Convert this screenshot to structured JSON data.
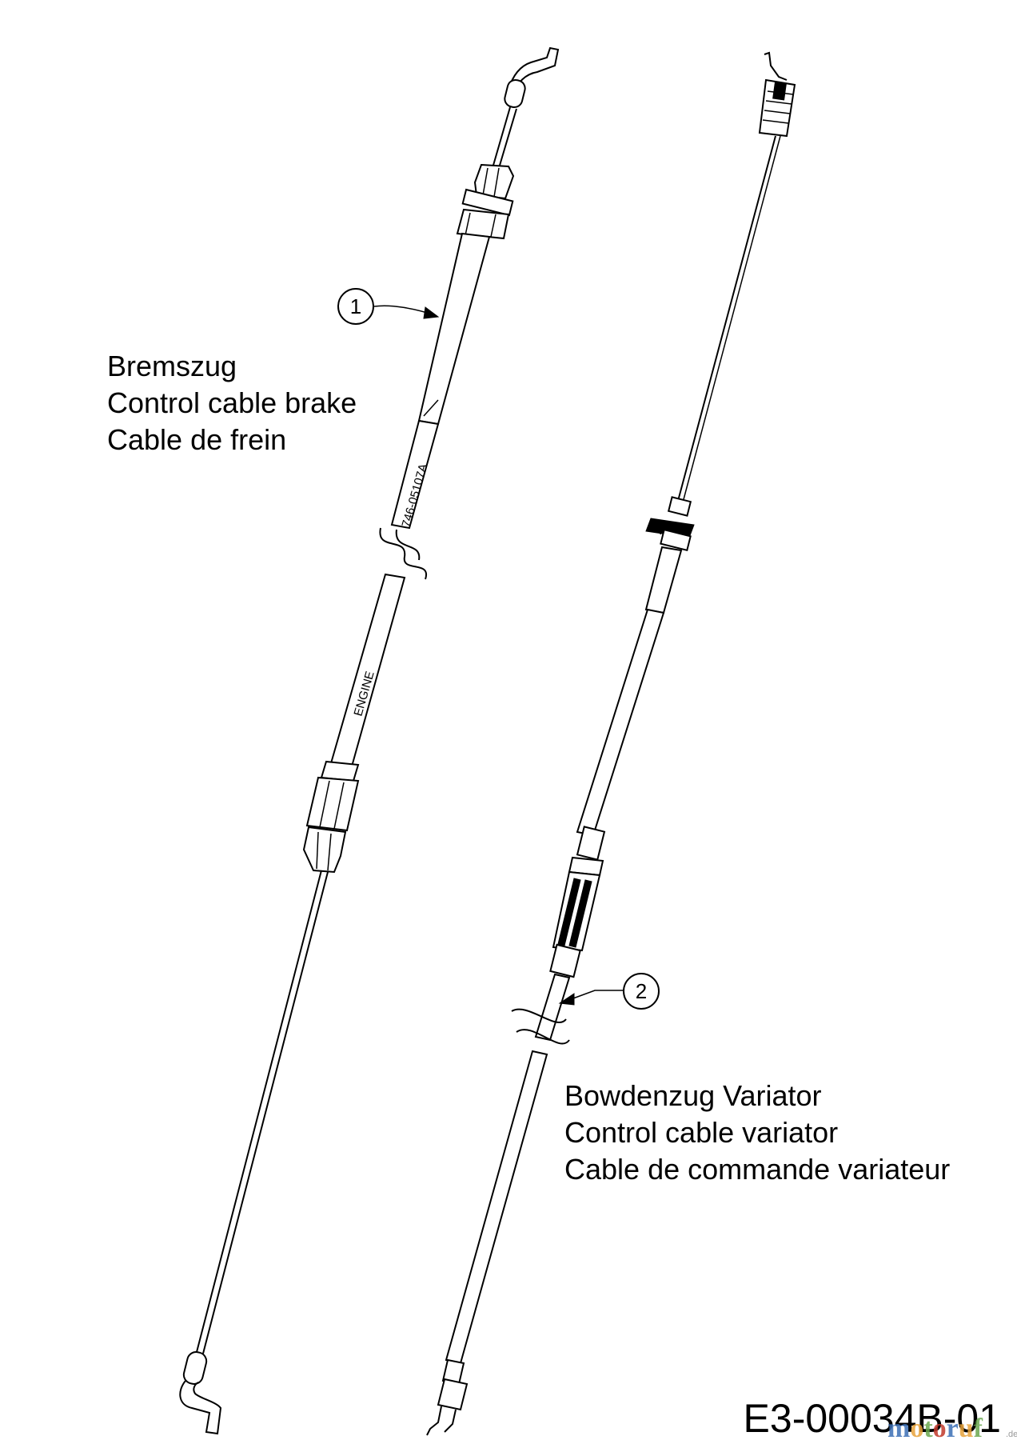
{
  "parts": [
    {
      "callout": "1",
      "labels": [
        "Bremszug",
        "Control cable brake",
        "Cable de frein"
      ],
      "cable_prints": [
        "746-05107A",
        "ENGINE"
      ]
    },
    {
      "callout": "2",
      "labels": [
        "Bowdenzug Variator",
        "Control cable variator",
        "Cable de commande variateur"
      ]
    }
  ],
  "document_number": "E3-00034B-01",
  "watermark": {
    "text": "motoruf",
    "suffix": ".de",
    "colors": [
      "#3b6fb6",
      "#e8a33a",
      "#6aa84f",
      "#c0392b"
    ]
  }
}
